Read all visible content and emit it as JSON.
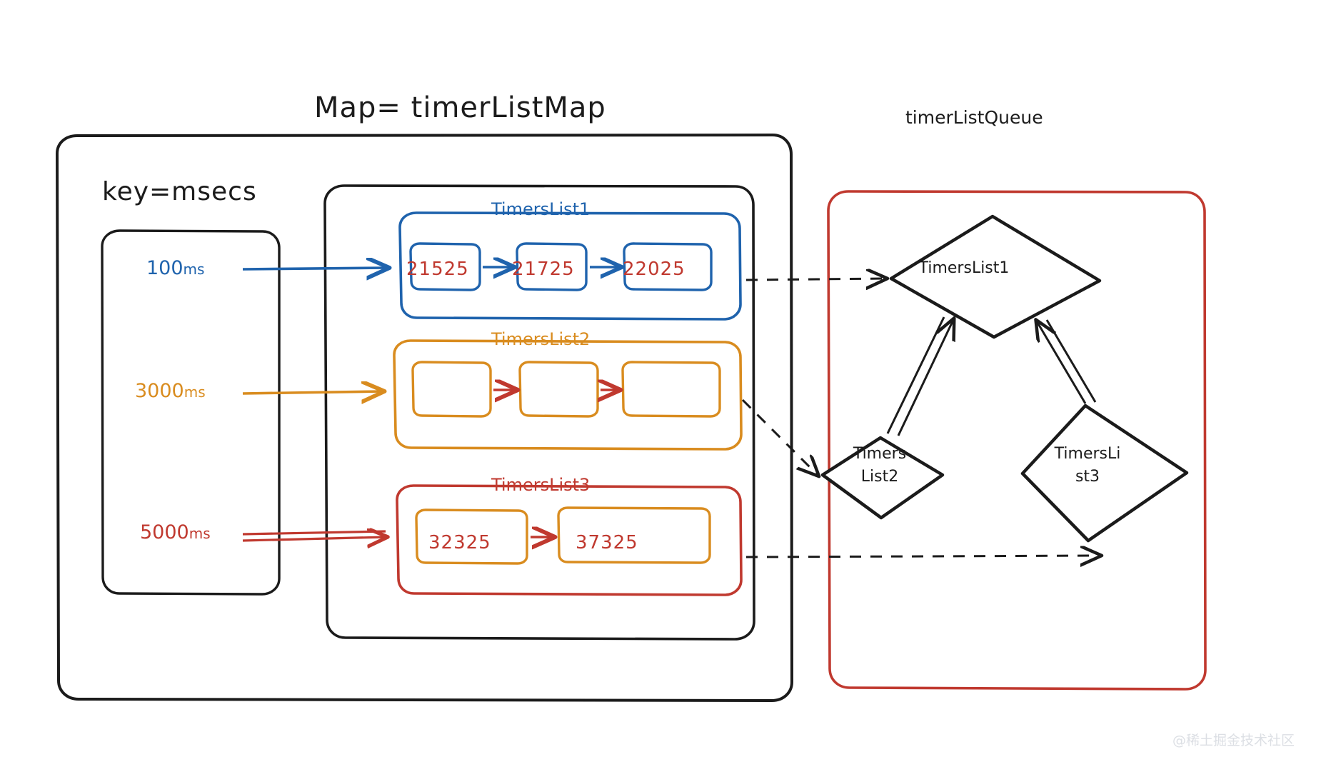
{
  "diagram": {
    "title_map": "Map= timerListMap",
    "title_queue": "timerListQueue",
    "key_label": "key=msecs",
    "watermark": "@稀土掘金技术社区",
    "colors": {
      "black": "#1b1b1b",
      "blue": "#1f63ad",
      "orange": "#d98c1f",
      "red": "#c0392f",
      "background": "#ffffff",
      "watermark": "#dcdfe4"
    }
  },
  "key_column": {
    "entries": [
      {
        "value": "100",
        "unit": "ms",
        "color": "#1f63ad"
      },
      {
        "value": "3000",
        "unit": "ms",
        "color": "#d98c1f"
      },
      {
        "value": "5000",
        "unit": "ms",
        "color": "#c0392f"
      }
    ]
  },
  "timer_lists": [
    {
      "title": "TimersList1",
      "color": "#1f63ad",
      "nodes": [
        "21525",
        "21725",
        "22025"
      ],
      "node_text_color": "#c0392f"
    },
    {
      "title": "TimersList2",
      "color": "#d98c1f",
      "nodes": [
        "",
        "",
        ""
      ],
      "node_text_color": "#c0392f"
    },
    {
      "title": "TimersList3",
      "color": "#c0392f",
      "nodes": [
        "32325",
        "37325"
      ],
      "node_text_color": "#c0392f"
    }
  ],
  "queue": {
    "border_color": "#c0392f",
    "diamonds": [
      {
        "id": "queue-diamond-1",
        "lines": [
          "TimersList1"
        ]
      },
      {
        "id": "queue-diamond-2",
        "lines": [
          "Timers",
          "List2"
        ]
      },
      {
        "id": "queue-diamond-3",
        "lines": [
          "TimersLi",
          "st3"
        ]
      }
    ]
  }
}
